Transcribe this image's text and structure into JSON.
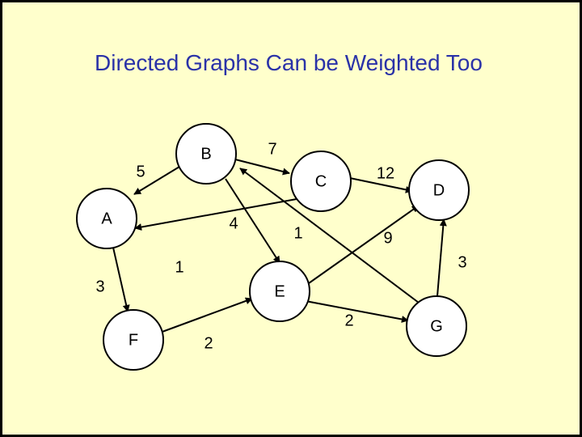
{
  "title": "Directed Graphs Can be Weighted Too",
  "colors": {
    "background": "#ffffcc",
    "title": "#2a32a8",
    "border": "#000000"
  },
  "nodes": [
    {
      "id": "A",
      "label": "A"
    },
    {
      "id": "B",
      "label": "B"
    },
    {
      "id": "C",
      "label": "C"
    },
    {
      "id": "D",
      "label": "D"
    },
    {
      "id": "E",
      "label": "E"
    },
    {
      "id": "F",
      "label": "F"
    },
    {
      "id": "G",
      "label": "G"
    }
  ],
  "edges": [
    {
      "from": "B",
      "to": "A",
      "weight": "5"
    },
    {
      "from": "B",
      "to": "C",
      "weight": "7"
    },
    {
      "from": "C",
      "to": "D",
      "weight": "12"
    },
    {
      "from": "C",
      "to": "A",
      "weight": "4"
    },
    {
      "from": "B",
      "to": "E",
      "weight": "1"
    },
    {
      "from": "G",
      "to": "B",
      "weight": "9"
    },
    {
      "from": "E",
      "to": "D",
      "weight": "1"
    },
    {
      "from": "A",
      "to": "F",
      "weight": "3"
    },
    {
      "from": "F",
      "to": "E",
      "weight": "2"
    },
    {
      "from": "E",
      "to": "G",
      "weight": "2"
    },
    {
      "from": "G",
      "to": "D",
      "weight": "3"
    }
  ]
}
